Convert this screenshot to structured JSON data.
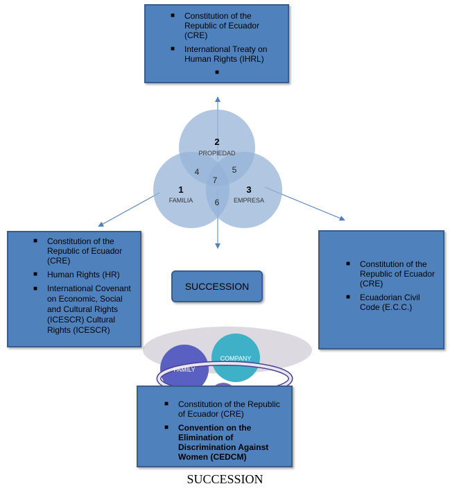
{
  "top_box": {
    "items": [
      "Constitution of the Republic of Ecuador (CRE)",
      "International Treaty on Human Rights (IHRL)",
      ""
    ]
  },
  "left_box": {
    "items": [
      "Constitution of the Republic of Ecuador (CRE)",
      "Human Rights (HR)",
      "International Covenant on Economic, Social and Cultural Rights (ICESCR) Cultural Rights (ICESCR)"
    ]
  },
  "right_box": {
    "items": [
      "Constitution of the Republic of Ecuador (CRE)",
      "Ecuadorian Civil Code (E.C.C.)"
    ]
  },
  "bottom_box": {
    "items": [
      "Constitution of the Republic of Ecuador (CRE)",
      "Convention on the Elimination of Discrimination Against Women (CEDCM)"
    ]
  },
  "venn": {
    "circle_1": {
      "number": "1",
      "label": "FAMILIA"
    },
    "circle_2": {
      "number": "2",
      "label": "PROPIEDAD"
    },
    "circle_3": {
      "number": "3",
      "label": "EMPRESA"
    },
    "region_4": "4",
    "region_5": "5",
    "region_6": "6",
    "region_7": "7"
  },
  "succession_label": "SUCCESSION",
  "bottom_diagram": {
    "family_label": "FAMILY",
    "company_label": "COMPANY"
  },
  "bottom_caption": "SUCCESSION",
  "colors": {
    "box_fill": "#4f81bd",
    "box_border": "#385d8a",
    "venn_fill": "#95b3d7",
    "family_circle": "#5a5fc2",
    "company_circle": "#3eb1c8"
  }
}
